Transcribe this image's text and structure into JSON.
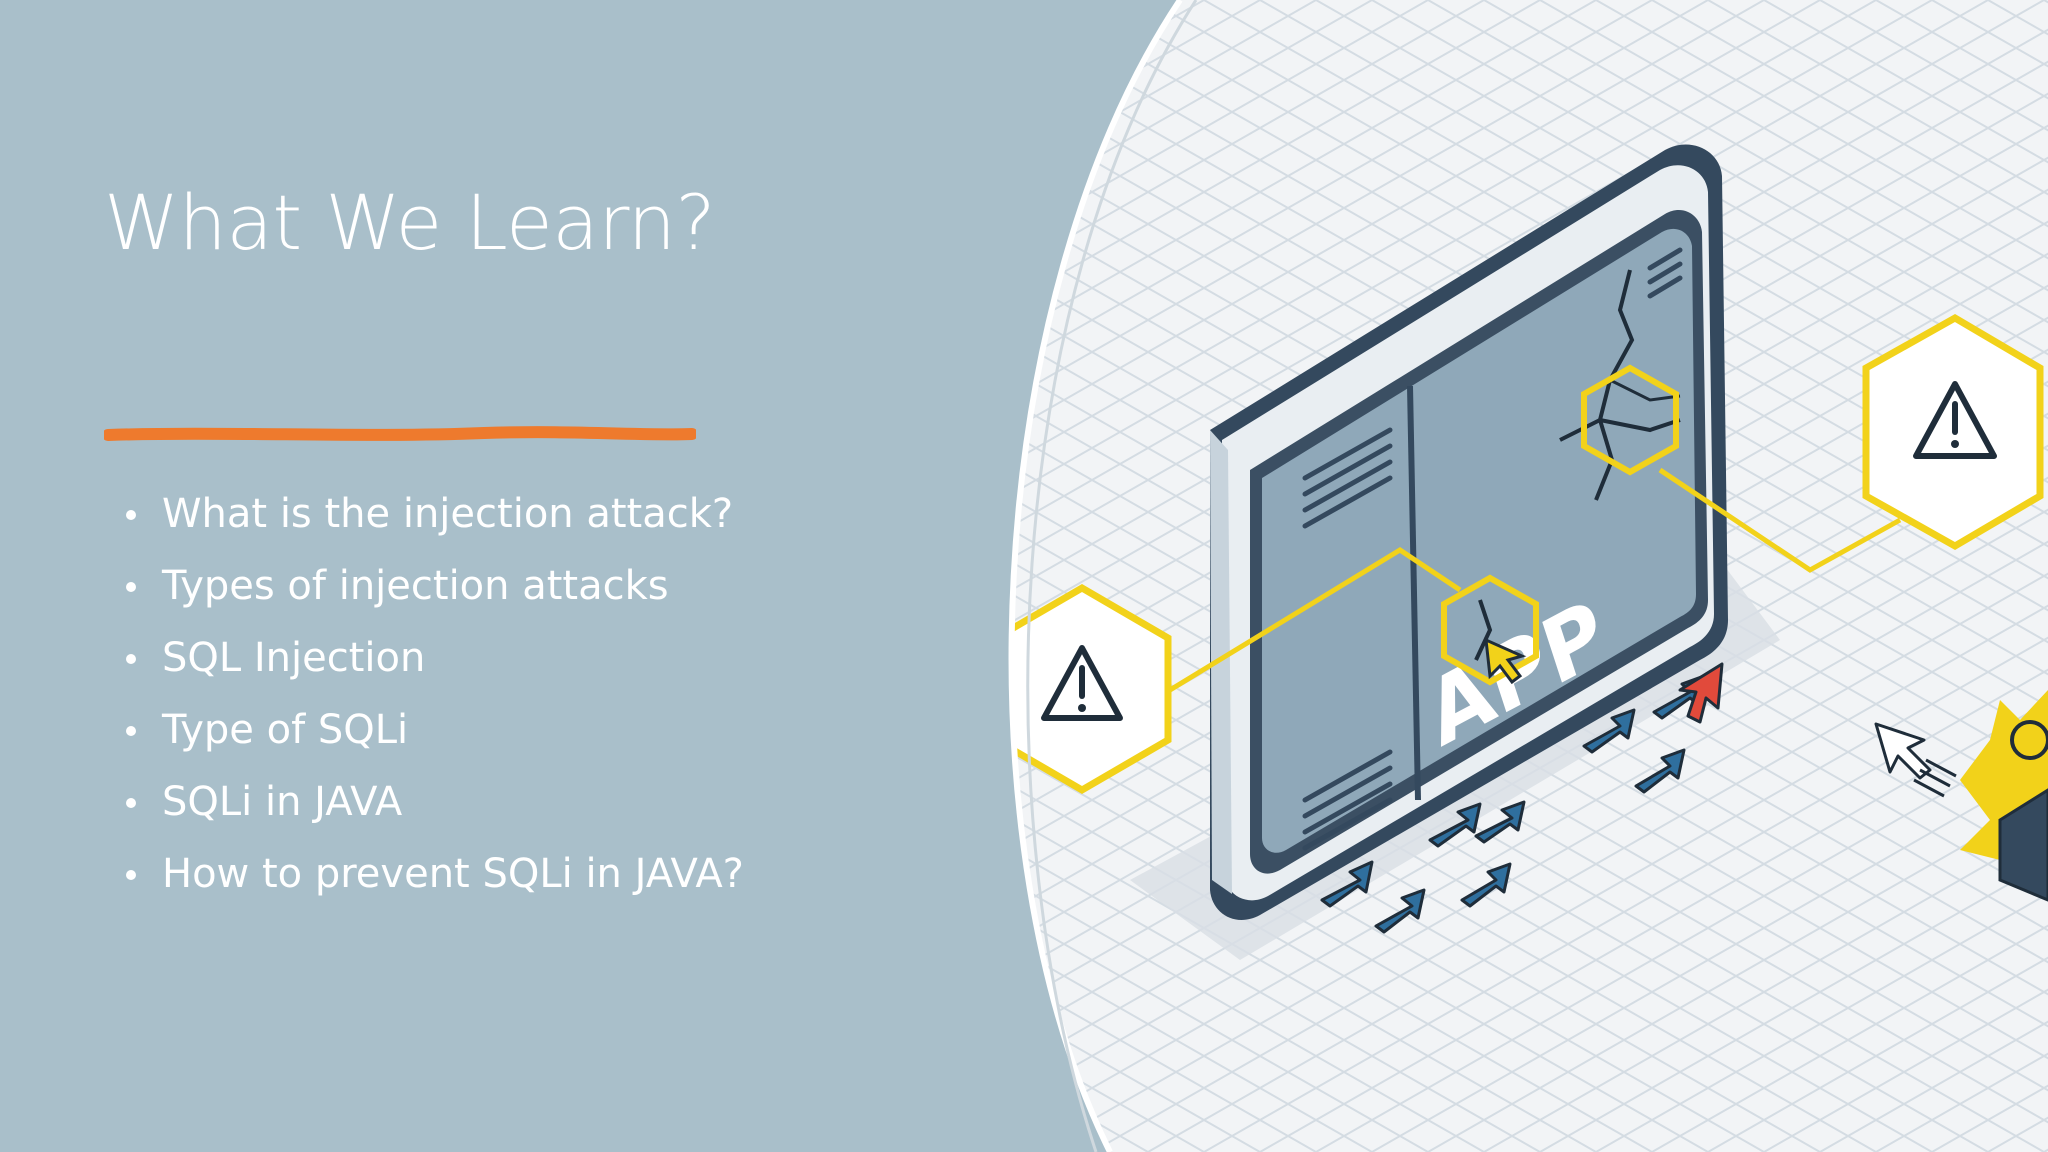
{
  "slide": {
    "title": "What We Learn?",
    "bullets": [
      "What is the injection attack?",
      "Types of injection attacks",
      "SQL Injection",
      "Type of SQLi",
      "SQLi in JAVA",
      "How to prevent SQLi in JAVA?"
    ],
    "illustration": {
      "screen_label": "APP",
      "icons": [
        "warning-triangle-icon",
        "cursor-arrow-icon",
        "crack-icon",
        "explosion-icon"
      ]
    }
  },
  "colors": {
    "background": "#a9bfca",
    "accent": "#ee7a2d",
    "highlight": "#f2d21a",
    "arrows": "#2f6f9e",
    "alert_arrow": "#e14a3b"
  }
}
